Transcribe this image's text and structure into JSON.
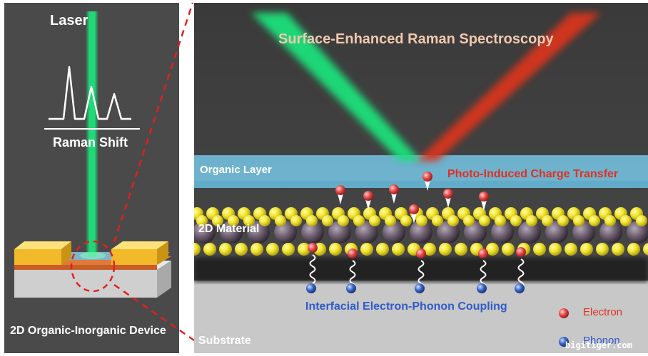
{
  "left_panel": {
    "laser_label": "Laser",
    "axis_label": "Raman Shift",
    "device_label": "2D Organic-Inorganic Device"
  },
  "right_panel": {
    "title": "Surface-Enhanced Raman Spectroscopy",
    "organic_layer_label": "Organic Layer",
    "charge_transfer_label": "Photo-Induced Charge Transfer",
    "material_label": "2D Material",
    "coupling_label": "Interfacial Electron-Phonon Coupling",
    "substrate_label": "Substrate"
  },
  "legend": {
    "electron_label": "Electron",
    "phonon_label": "Phonon"
  },
  "watermark": "bigitiger.com",
  "colors": {
    "laser_green": "#1ee07a",
    "laser_red": "#d8341a",
    "organic_layer": "#76c6e6",
    "sulfur_yellow": "#f2e22a",
    "metal_purple": "#6e6070",
    "electron_red": "#e84a4a",
    "phonon_blue": "#3a66c8",
    "title_text": "#f2c8b0",
    "charge_text": "#e03020",
    "coupling_text": "#2f5cc8"
  }
}
